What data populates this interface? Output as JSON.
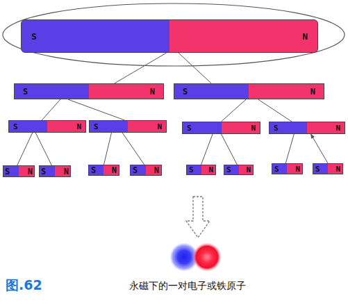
{
  "diagram": {
    "caption": "永磁下的一对电子或铁原子",
    "nodes": [
      {
        "text": [
          "S",
          "N"
        ]
      },
      {
        "text": [
          "S",
          "N"
        ]
      },
      {
        "text": [
          "S",
          "N"
        ]
      },
      {
        "text": [
          "S",
          "N"
        ]
      },
      {
        "text": [
          "S",
          "N"
        ]
      },
      {
        "text": [
          "S",
          "N"
        ]
      },
      {
        "text": [
          "S",
          "N"
        ]
      },
      {
        "text": [
          "S",
          "N"
        ]
      },
      {
        "text": [
          "S",
          "N"
        ]
      },
      {
        "text": [
          "S",
          "N"
        ]
      },
      {
        "text": [
          "S",
          "N"
        ]
      },
      {
        "text": [
          "S",
          "N"
        ]
      },
      {
        "text": [
          "S",
          "N"
        ]
      },
      {
        "text": [
          "S",
          "N"
        ]
      },
      {
        "text": [
          "S",
          "N"
        ]
      }
    ],
    "edges": [
      {
        "from": 0,
        "to": 1,
        "arrow": "none"
      },
      {
        "from": 0,
        "to": 2,
        "arrow": "none"
      },
      {
        "from": 1,
        "to": 3,
        "arrow": "none"
      },
      {
        "from": 1,
        "to": 4,
        "arrow": "none"
      },
      {
        "from": 2,
        "to": 5,
        "arrow": "none"
      },
      {
        "from": 2,
        "to": 6,
        "arrow": "none"
      },
      {
        "from": 3,
        "to": 7,
        "arrow": "none"
      },
      {
        "from": 3,
        "to": 8,
        "arrow": "none"
      },
      {
        "from": 4,
        "to": 9,
        "arrow": "none"
      },
      {
        "from": 4,
        "to": 10,
        "arrow": "none"
      },
      {
        "from": 5,
        "to": 11,
        "arrow": "none"
      },
      {
        "from": 5,
        "to": 12,
        "arrow": "none"
      },
      {
        "from": 6,
        "to": 13,
        "arrow": "none"
      },
      {
        "from": 14,
        "to": 6,
        "arrow": "to"
      }
    ],
    "labels": [
      "图.62"
    ]
  }
}
